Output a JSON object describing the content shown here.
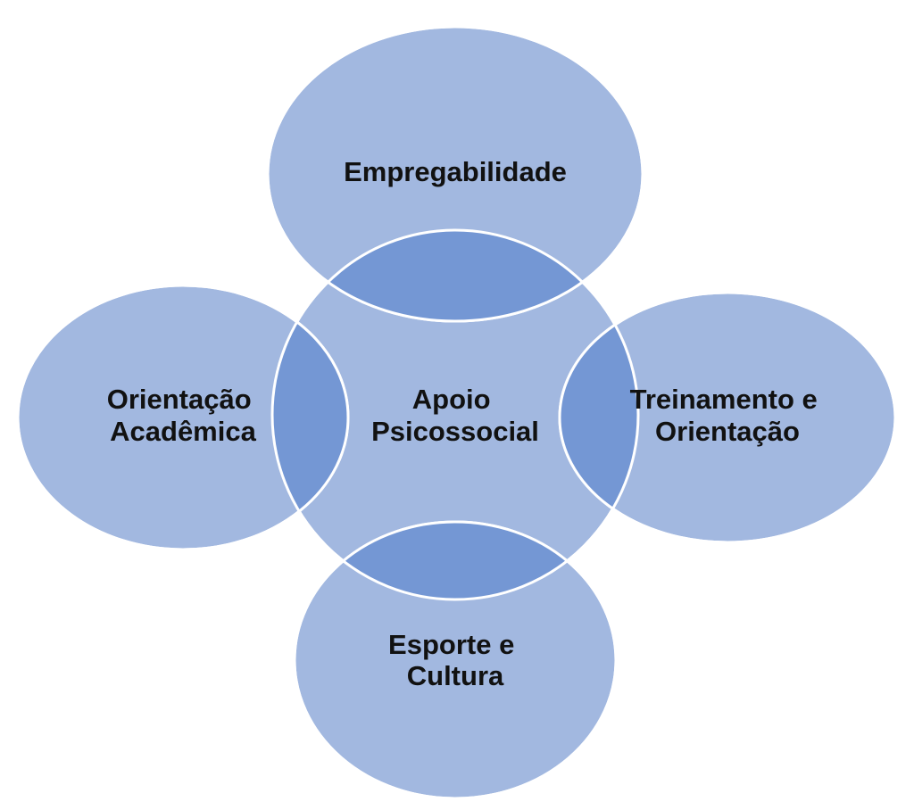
{
  "diagram": {
    "type": "venn-radial",
    "colors": {
      "background": "#ffffff",
      "circle_fill": "#a2b8e0",
      "overlap_fill": "#7497d4",
      "outline": "#ffffff",
      "text": "#111111"
    },
    "center": {
      "lines": [
        "Apoio",
        "Psicossocial"
      ]
    },
    "nodes": {
      "top": {
        "lines": [
          "Empregabilidade"
        ]
      },
      "left": {
        "lines": [
          "Orientação",
          "Acadêmica"
        ]
      },
      "right": {
        "lines": [
          "Treinamento e",
          "Orientação"
        ]
      },
      "bottom": {
        "lines": [
          "Esporte e",
          "Cultura"
        ]
      }
    }
  }
}
